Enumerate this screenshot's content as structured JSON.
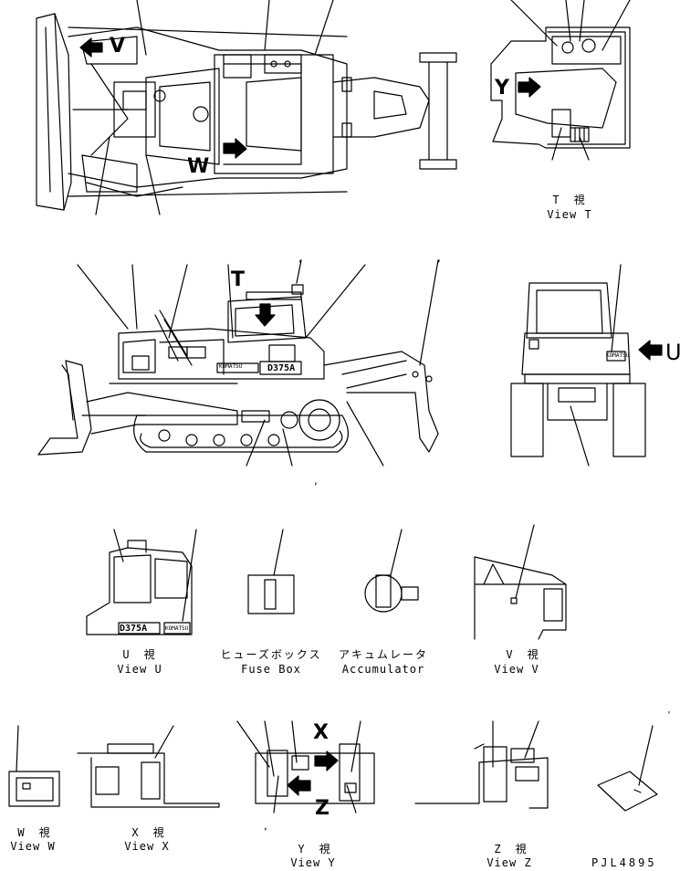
{
  "letters": {
    "v": "V",
    "w": "W",
    "y": "Y",
    "t": "T",
    "u": "U",
    "x": "X",
    "z": "Z"
  },
  "model_plate": "D375A",
  "brand_plate": "KOMATSU",
  "views": {
    "t": {
      "jp": "T　視",
      "en": "View T"
    },
    "u": {
      "jp": "U　視",
      "en": "View U"
    },
    "fuse": {
      "jp": "ヒューズボックス",
      "en": "Fuse Box"
    },
    "acc": {
      "jp": "アキュムレータ",
      "en": "Accumulator"
    },
    "v": {
      "jp": "V　視",
      "en": "View V"
    },
    "w": {
      "jp": "W　視",
      "en": "View W"
    },
    "x": {
      "jp": "X　視",
      "en": "View X"
    },
    "y": {
      "jp": "Y　視",
      "en": "View Y"
    },
    "z": {
      "jp": "Z　視",
      "en": "View Z"
    }
  },
  "drawing_code": "PJL4895",
  "ticks": {
    "a": ",",
    "b": ",",
    "c": ",",
    "d": ",",
    "e": "'"
  },
  "colors": {
    "ink": "#000000",
    "paper": "#ffffff"
  }
}
